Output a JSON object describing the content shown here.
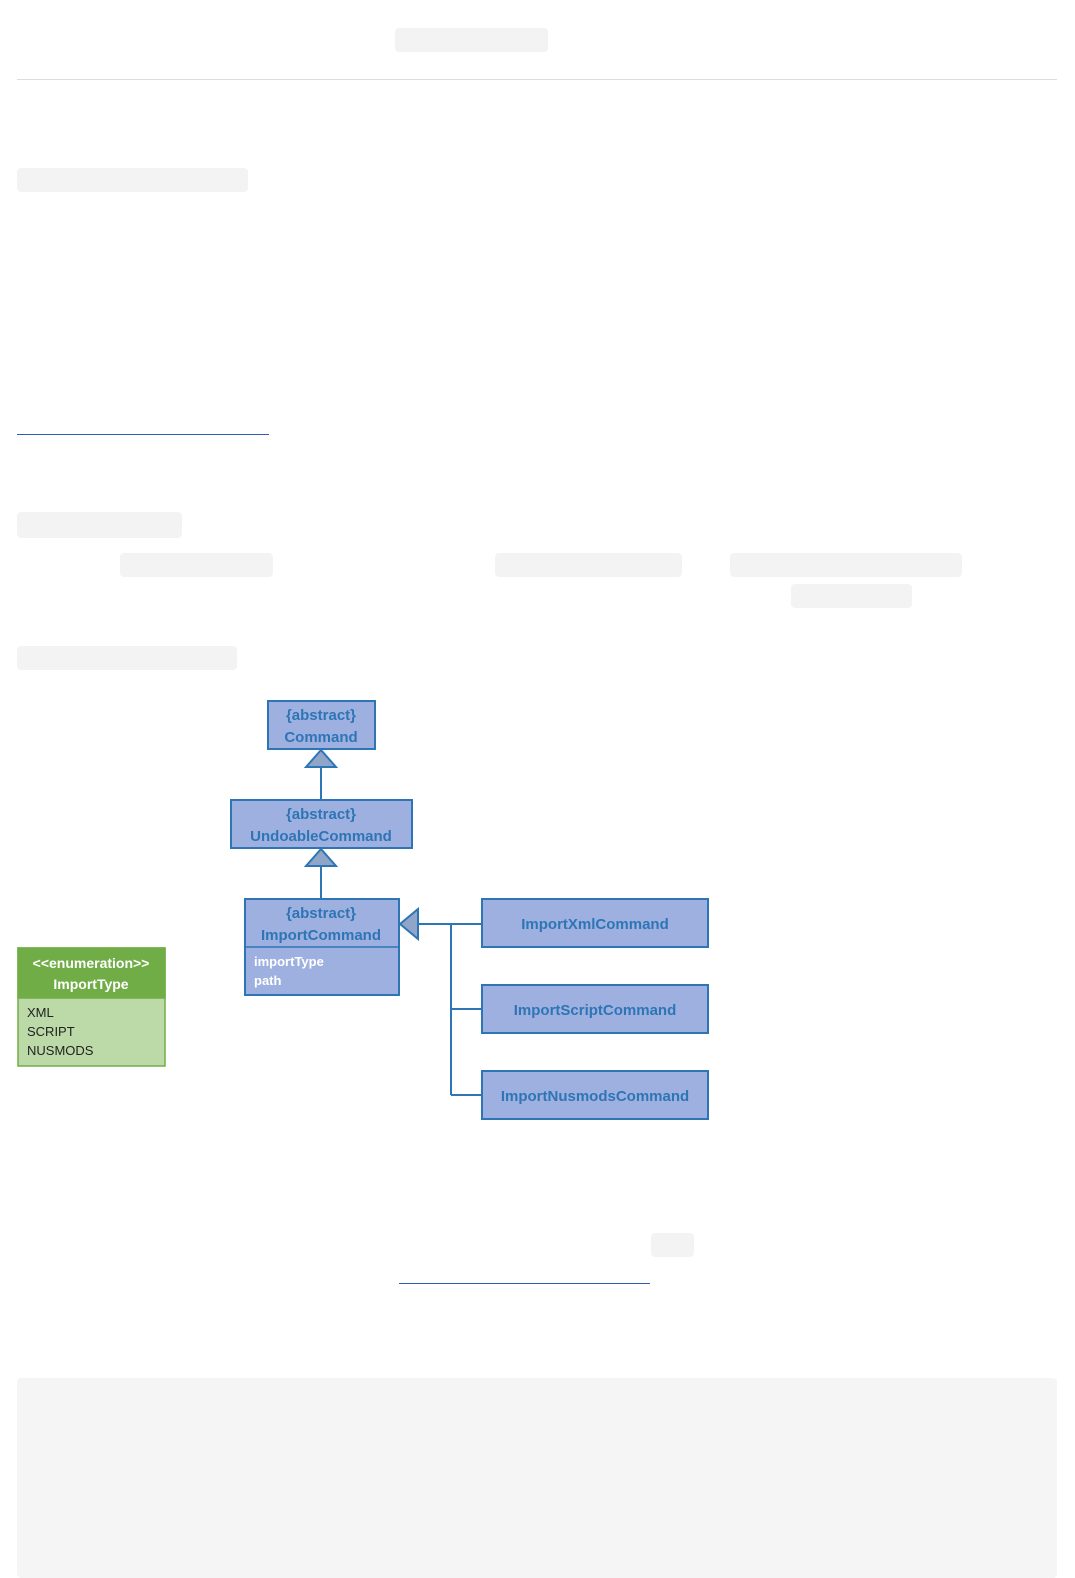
{
  "diagram": {
    "command": {
      "stereotype": "{abstract}",
      "name": "Command"
    },
    "undoable_command": {
      "stereotype": "{abstract}",
      "name": "UndoableCommand"
    },
    "import_command": {
      "stereotype": "{abstract}",
      "name": "ImportCommand",
      "attributes": [
        "importType",
        "path"
      ]
    },
    "subclasses": [
      "ImportXmlCommand",
      "ImportScriptCommand",
      "ImportNusmodsCommand"
    ],
    "enumeration": {
      "stereotype": "<<enumeration>>",
      "name": "ImportType",
      "values": [
        "XML",
        "SCRIPT",
        "NUSMODS"
      ]
    },
    "colors": {
      "class_fill": "#9eb0e0",
      "class_border": "#2e75b6",
      "class_text": "#2e75b6",
      "arrow_fill": "#8fa6c8",
      "enum_header": "#70ad47",
      "enum_body": "#bcd9a8",
      "enum_border": "#70ad47"
    }
  }
}
